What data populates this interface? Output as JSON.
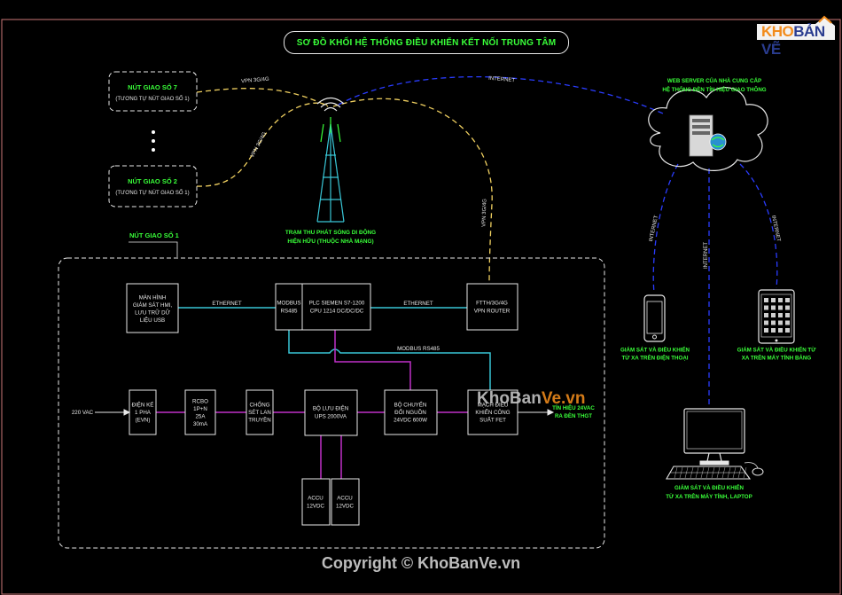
{
  "title": "SƠ ĐỒ KHỐI HỆ THỐNG ĐIỀU KHIỂN KẾT NỐI TRUNG TÂM",
  "logo": {
    "part1": "KHO",
    "part2": "BẢN VẼ"
  },
  "nodes": {
    "node7": {
      "title": "NÚT GIAO SỐ 7",
      "sub": "(TƯƠNG TỰ NÚT GIAO SỐ 1)"
    },
    "node2": {
      "title": "NÚT GIAO SỐ 2",
      "sub": "(TƯƠNG TỰ NÚT GIAO SỐ 1)"
    },
    "node1": {
      "title": "NÚT GIAO SỐ 1"
    }
  },
  "tower": {
    "line1": "TRẠM THU PHÁT SÓNG DI ĐỘNG",
    "line2": "HIỆN HỮU (THUỘC NHÀ MẠNG)"
  },
  "server": {
    "line1": "WEB SERVER CỦA NHÀ CUNG CẤP",
    "line2": "HỆ THỐNG ĐÈN TÍN HIỆU GIAO THÔNG"
  },
  "links": {
    "vpn_top": "VPN 3G/4G",
    "vpn_mid": "VPN 3G/4G",
    "vpn_right": "VPN 3G/4G",
    "internet_top": "INTERNET",
    "internet_left": "INTERNET",
    "internet_mid": "INTERNET",
    "internet_right": "INTERNET",
    "ethernet_left": "ETHERNET",
    "ethernet_right": "ETHERNET",
    "modbus": "MODBUS RS485"
  },
  "blocks": {
    "hmi": [
      "MÀN HÌNH",
      "GIÁM SÁT HMI,",
      "LƯU TRỮ DỮ",
      "LIỆU USB"
    ],
    "modbus": [
      "MODBUS",
      "RS485"
    ],
    "plc": [
      "PLC SIEMEN S7-1200",
      "CPU 1214 DC/DC/DC"
    ],
    "router": [
      "FTTH/3G/4G",
      "VPN ROUTER"
    ],
    "meter": [
      "ĐIỆN KẾ",
      "1 PHA",
      "(EVN)"
    ],
    "rcbo": [
      "RCBO",
      "1P+N",
      "25A",
      "30mA"
    ],
    "surge": [
      "CHỐNG",
      "SÉT LAN",
      "TRUYỀN"
    ],
    "ups": [
      "BỘ LƯU ĐIỆN",
      "UPS 2000VA"
    ],
    "converter": [
      "BỘ CHUYỂN",
      "ĐỔI NGUỒN",
      "24VDC 600W"
    ],
    "fet": [
      "MẠCH ĐIỀU",
      "KHIỂN CÔNG",
      "SUẤT FET"
    ],
    "accu1": [
      "ACCU",
      "12VDC"
    ],
    "accu2": [
      "ACCU",
      "12VDC"
    ]
  },
  "io": {
    "input": "220 VAC",
    "output1": "TÍN HIỆU 24VAC",
    "output2": "RA ĐÈN THGT"
  },
  "devices": {
    "phone": [
      "GIÁM SÁT VÀ ĐIỀU KHIỂN",
      "TỪ XA TRÊN ĐIỆN THOẠI"
    ],
    "tablet": [
      "GIÁM SÁT VÀ ĐIỀU KHIỂN TỪ",
      "XA TRÊN MÁY TÍNH BẢNG"
    ],
    "pc": [
      "GIÁM SÁT VÀ ĐIỀU KHIỂN",
      "TỪ XA TRÊN MÁY TÍNH, LAPTOP"
    ]
  },
  "watermark": {
    "part1": "KhoBan",
    "part2": "Ve.vn"
  },
  "copyright": "Copyright © KhoBanVe.vn",
  "colors": {
    "green": "#39ff39",
    "cyan": "#39c6d6",
    "magenta": "#c030c8",
    "yellow": "#f0d060",
    "blue": "#2a3cff",
    "white": "#e8e8e8"
  }
}
